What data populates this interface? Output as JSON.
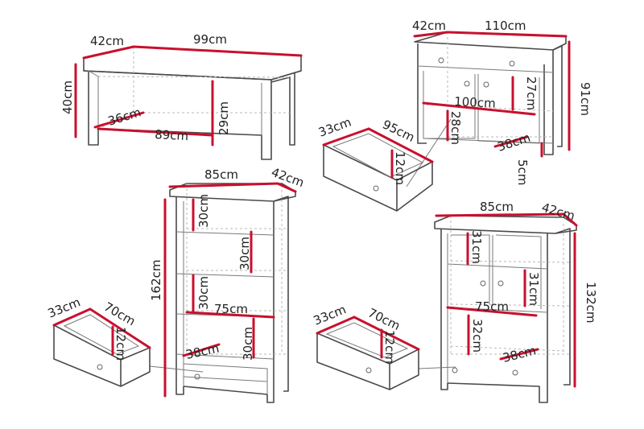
{
  "colors": {
    "dimension_line": "#c8102e",
    "outline": "#4a4a4a",
    "label": "#222222"
  },
  "units": "cm",
  "bench": {
    "depth": "42cm",
    "width": "99cm",
    "height": "40cm",
    "inner_depth": "36cm",
    "inner_width": "89cm",
    "inner_height": "29cm"
  },
  "cabinet": {
    "depth": "42cm",
    "width": "110cm",
    "height": "91cm",
    "shelf_width": "100cm",
    "upper_height": "27cm",
    "lower_height": "28cm",
    "shelf_depth": "38cm",
    "leg_height": "5cm"
  },
  "drawer_cabinet": {
    "depth": "33cm",
    "width": "95cm",
    "height": "12cm"
  },
  "bookcase": {
    "width": "85cm",
    "depth": "42cm",
    "height": "162cm",
    "compartments": [
      "30cm",
      "30cm",
      "30cm",
      "30cm"
    ],
    "shelf_width": "75cm",
    "shelf_depth": "38cm"
  },
  "drawer_bookcase": {
    "depth": "33cm",
    "width": "70cm",
    "height": "12cm"
  },
  "vitrine": {
    "width": "85cm",
    "depth": "42cm",
    "height": "132cm",
    "upper_height": "31cm",
    "middle_height": "31cm",
    "shelf_width": "75cm",
    "lower_height": "32cm",
    "shelf_depth": "38cm"
  },
  "drawer_vitrine": {
    "depth": "33cm",
    "width": "70cm",
    "height": "12cm"
  }
}
